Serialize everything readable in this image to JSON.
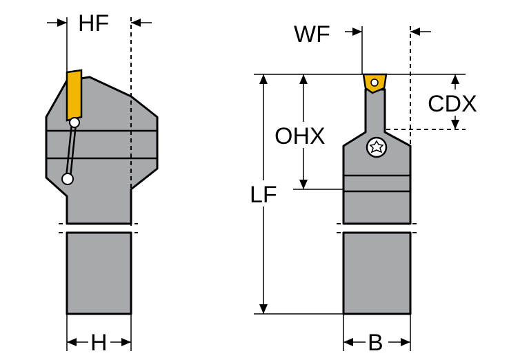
{
  "labels": {
    "hf": "HF",
    "h": "H",
    "wf": "WF",
    "cdx": "CDX",
    "ohx": "OHX",
    "lf": "LF",
    "b": "B"
  },
  "colors": {
    "body_gray": "#a7a9ac",
    "insert_yellow": "#f2b700",
    "outline": "#000000"
  }
}
